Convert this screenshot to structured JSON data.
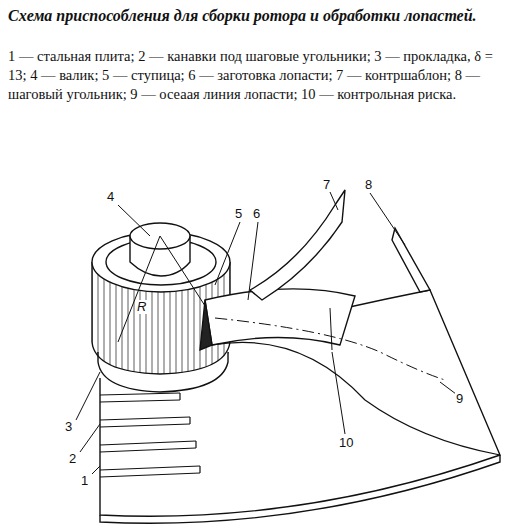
{
  "diagram": {
    "title": "Схема приспособления для сборки ротора и обработки лопастей.",
    "caption": "1 — стальная плита; 2 — канавки под шаговые угольники; 3 — прокладка, δ = 13; 4 — валик; 5 — ступица; 6 — заготовка лопасти; 7 — контршаблон; 8 — шаговый угольник; 9 — осеаая линия лопасти; 10 — контрольная риска.",
    "labels": [
      "4",
      "R",
      "5",
      "6",
      "7",
      "8",
      "9",
      "10",
      "3",
      "2",
      "1"
    ]
  }
}
